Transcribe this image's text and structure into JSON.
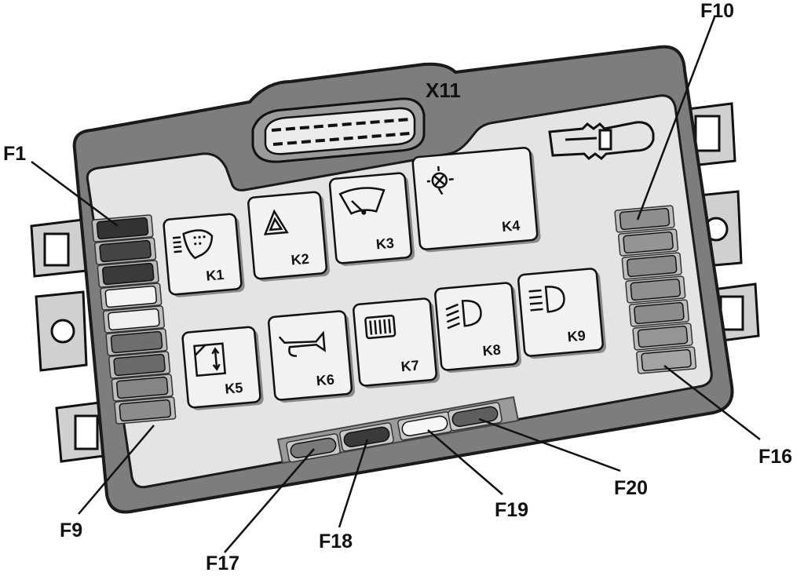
{
  "header": {
    "connector_label": "X11"
  },
  "relays": [
    {
      "id": "k1",
      "label": "K1",
      "icon": "wiper-washer-icon"
    },
    {
      "id": "k2",
      "label": "K2",
      "icon": "hazard-triangle-icon"
    },
    {
      "id": "k3",
      "label": "K3",
      "icon": "wiper-icon"
    },
    {
      "id": "k4",
      "label": "K4",
      "icon": "lamp-bulb-icon"
    },
    {
      "id": "k5",
      "label": "K5",
      "icon": "power-window-icon"
    },
    {
      "id": "k6",
      "label": "K6",
      "icon": "horn-icon"
    },
    {
      "id": "k7",
      "label": "K7",
      "icon": "rear-defrost-icon"
    },
    {
      "id": "k8",
      "label": "K8",
      "icon": "low-beam-icon"
    },
    {
      "id": "k9",
      "label": "K9",
      "icon": "high-beam-icon"
    }
  ],
  "fuses": {
    "left_group": {
      "first": "F1",
      "last": "F9"
    },
    "right_group": {
      "first": "F10",
      "last": "F16"
    },
    "bottom": [
      "F17",
      "F18",
      "F19",
      "F20"
    ]
  },
  "colors": {
    "housing": "#7d7d7d",
    "housing_edge": "#1a1a1a",
    "panel": "#e4e4e4",
    "relay_face": "#f2f2f2"
  },
  "decor": {
    "fuse_puller_icon": "fuse-puller-icon"
  }
}
